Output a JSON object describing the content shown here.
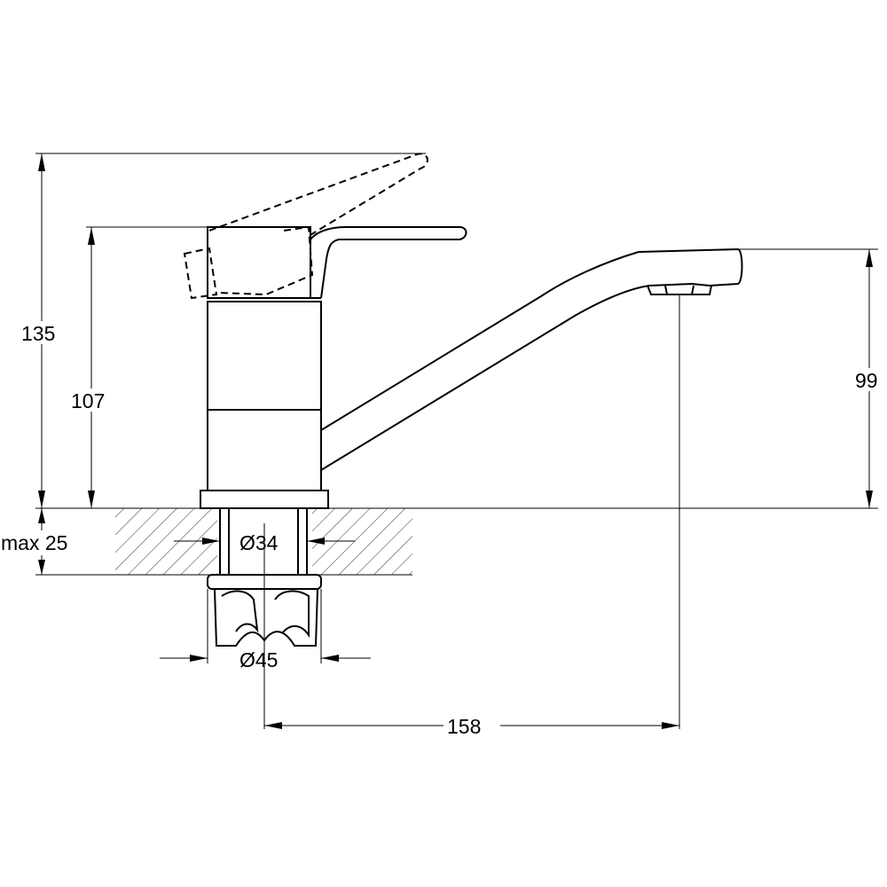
{
  "dimensions": {
    "total_height": "135",
    "body_height": "107",
    "spout_height": "99",
    "max_thickness": "max 25",
    "shank_diameter": "Ø34",
    "nut_diameter": "Ø45",
    "spout_reach": "158"
  },
  "colors": {
    "line": "#000000",
    "background": "#ffffff"
  }
}
